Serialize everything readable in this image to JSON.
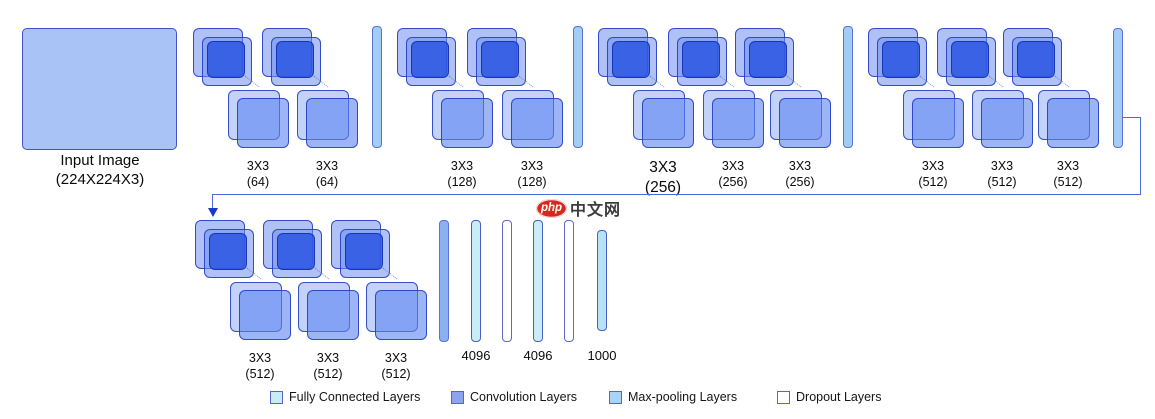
{
  "diagram": {
    "input": {
      "line1": "Input Image",
      "line2": "(224X224X3)"
    },
    "row1": {
      "groups": [
        {
          "layers": [
            {
              "kernel": "3X3",
              "channels": "(64)"
            },
            {
              "kernel": "3X3",
              "channels": "(64)"
            }
          ]
        },
        {
          "layers": [
            {
              "kernel": "3X3",
              "channels": "(128)"
            },
            {
              "kernel": "3X3",
              "channels": "(128)"
            }
          ]
        },
        {
          "layers": [
            {
              "kernel": "3X3",
              "channels": "(256)"
            },
            {
              "kernel": "3X3",
              "channels": "(256)"
            },
            {
              "kernel": "3X3",
              "channels": "(256)"
            }
          ]
        },
        {
          "layers": [
            {
              "kernel": "3X3",
              "channels": "(512)"
            },
            {
              "kernel": "3X3",
              "channels": "(512)"
            },
            {
              "kernel": "3X3",
              "channels": "(512)"
            }
          ]
        }
      ]
    },
    "row2": {
      "layers": [
        {
          "kernel": "3X3",
          "channels": "(512)"
        },
        {
          "kernel": "3X3",
          "channels": "(512)"
        },
        {
          "kernel": "3X3",
          "channels": "(512)"
        }
      ],
      "fc_labels": [
        "4096",
        "4096",
        "1000"
      ]
    },
    "watermark": {
      "badge": "php",
      "text": "中文网"
    },
    "legend": {
      "items": [
        {
          "label": "Fully Connected Layers",
          "color": "#c9edf6"
        },
        {
          "label": "Convolution Layers",
          "color": "#8ca4ee"
        },
        {
          "label": "Max-pooling Layers",
          "color": "#a8d4f8"
        },
        {
          "label": "Dropout Layers",
          "color": "#ffffff"
        }
      ]
    },
    "colors": {
      "conv_front": "#2f55dd",
      "conv_back": "#8fa9ef",
      "pool_bar": "#a4cdf6",
      "fc_bar": "#c9edf6",
      "dropout_bar": "#ffffff",
      "output_bar": "#b5e2f5",
      "input_fill": "#a9c3f7",
      "connector": "#4a6cd4",
      "watermark_red": "#d8271d"
    }
  }
}
